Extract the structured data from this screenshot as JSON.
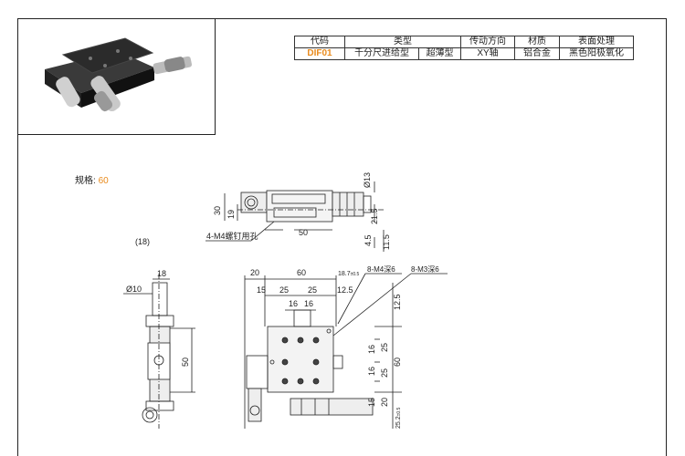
{
  "table": {
    "headers": [
      "代码",
      "类型",
      "传动方向",
      "材质",
      "表面处理"
    ],
    "row": {
      "code": "DIF01",
      "type1": "千分尺进给型",
      "type2": "超薄型",
      "direction": "XY轴",
      "material": "铝合金",
      "surface": "黑色阳极氧化"
    }
  },
  "spec": {
    "label": "规格:",
    "value": "60"
  },
  "drawing": {
    "top": {
      "d13": "Ø13",
      "d30": "30",
      "d19": "19",
      "d50": "50",
      "d21_5": "21.5",
      "d4_5": "4.5",
      "d11_5": "11.5",
      "callout": "4-M4螺钉用孔"
    },
    "side": {
      "d18_label": "(18)",
      "d18": "18",
      "d10": "Ø10",
      "d50": "50"
    },
    "plan": {
      "d20": "20",
      "d60": "60",
      "d18_7": "18.7",
      "d18_7_tol": "±0.5",
      "m4": "8-M4深6",
      "m3": "8-M3深6",
      "d15": "15",
      "d25a": "25",
      "d25b": "25",
      "d12_5": "12.5",
      "d16a": "16",
      "d16b": "16",
      "r12_5": "12.5",
      "r16a": "16",
      "r25a": "25",
      "r16b": "16",
      "r25b": "25",
      "r60": "60",
      "r15": "15",
      "r20": "20",
      "r25_2": "25.2",
      "r25_2_tol": "±0.5"
    }
  },
  "colors": {
    "accent": "#e98a1b",
    "body": "#1c1c1c"
  }
}
